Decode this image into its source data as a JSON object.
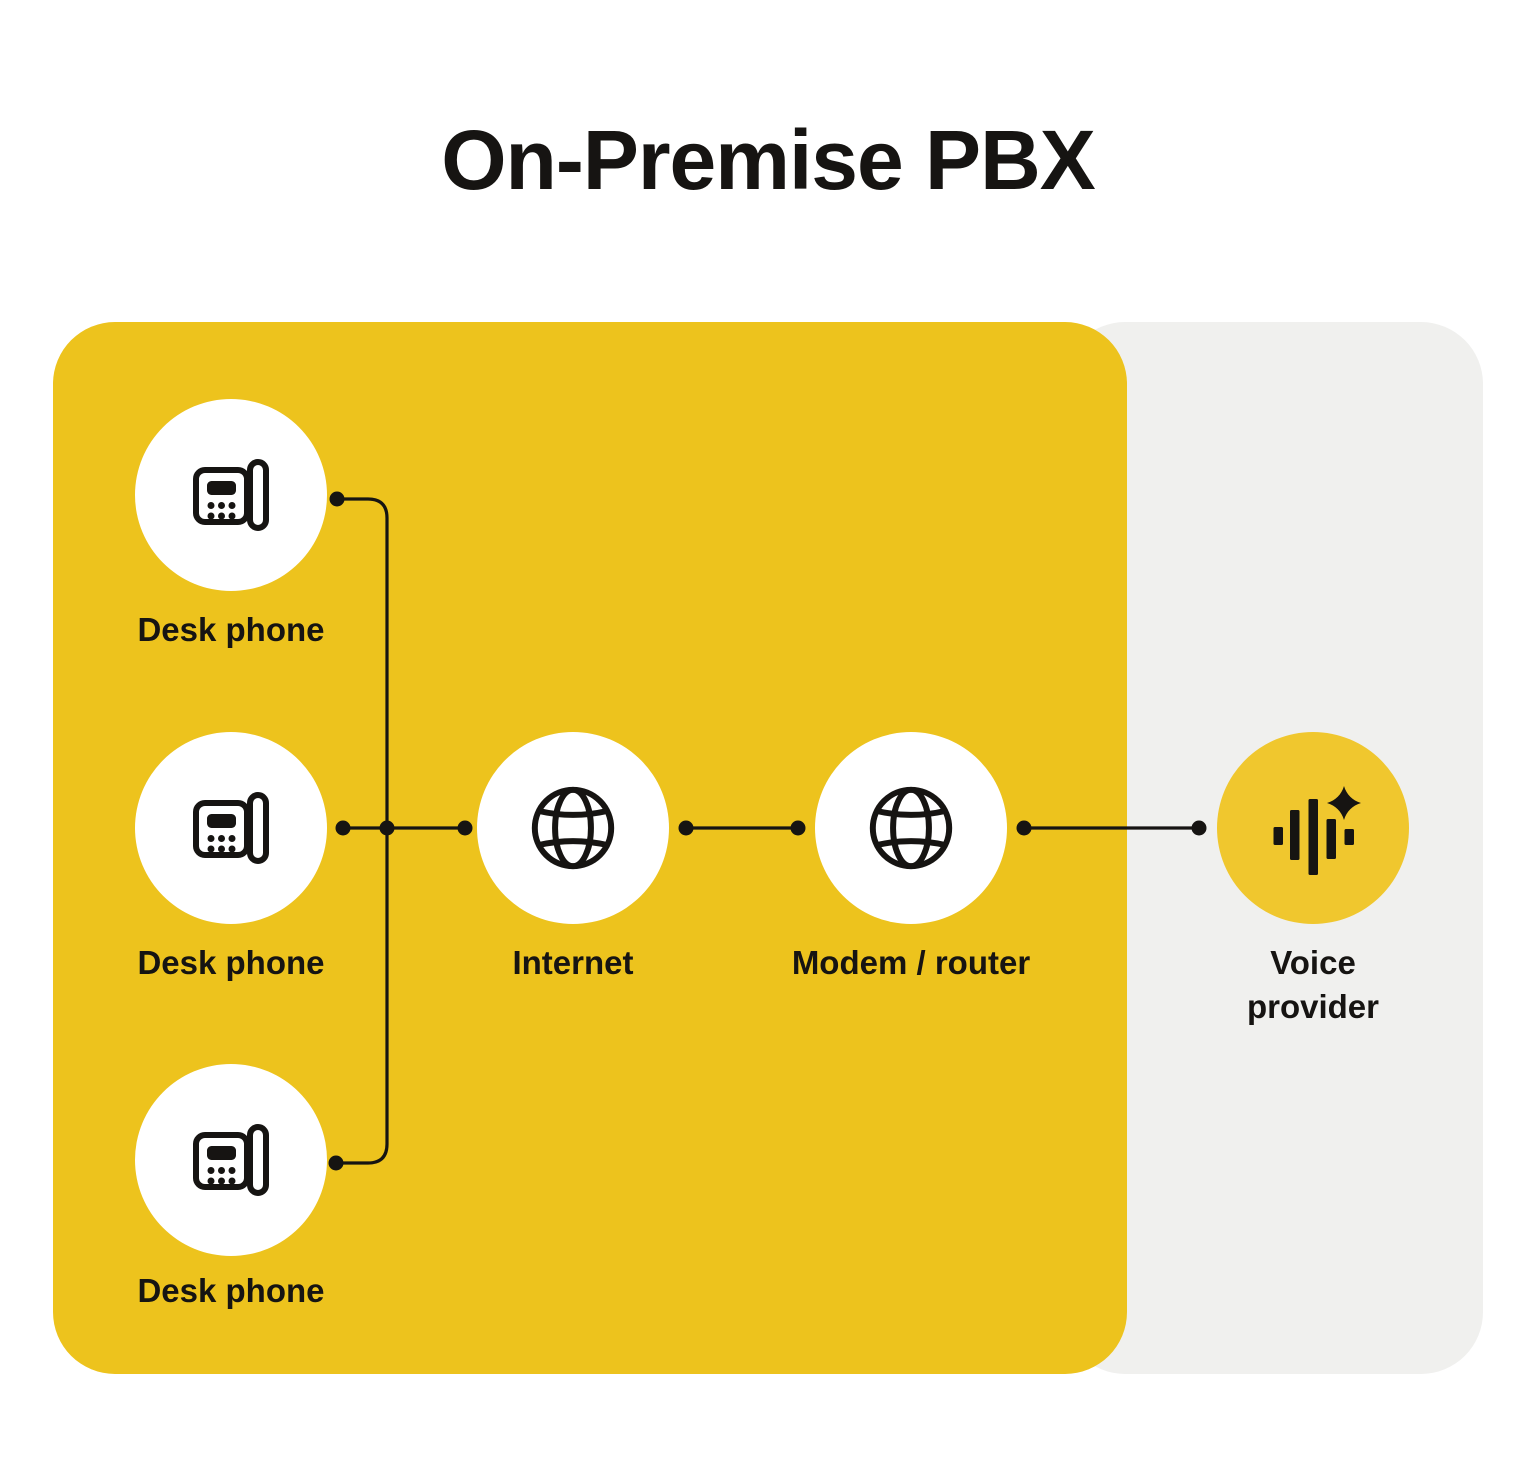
{
  "title": "On-Premise PBX",
  "nodes": [
    {
      "id": "desk-phone-1",
      "label": "Desk phone",
      "icon": "desk-phone",
      "zone": "on-premise"
    },
    {
      "id": "desk-phone-2",
      "label": "Desk phone",
      "icon": "desk-phone",
      "zone": "on-premise"
    },
    {
      "id": "desk-phone-3",
      "label": "Desk phone",
      "icon": "desk-phone",
      "zone": "on-premise"
    },
    {
      "id": "internet",
      "label": "Internet",
      "icon": "globe",
      "zone": "on-premise"
    },
    {
      "id": "modem-router",
      "label": "Modem / router",
      "icon": "globe",
      "zone": "on-premise"
    },
    {
      "id": "voice-provider",
      "label": "Voice provider",
      "icon": "voice-wave-sparkle",
      "zone": "provider"
    }
  ],
  "edges": [
    {
      "from": "desk-phone-1",
      "to": "internet"
    },
    {
      "from": "desk-phone-2",
      "to": "internet"
    },
    {
      "from": "desk-phone-3",
      "to": "internet"
    },
    {
      "from": "internet",
      "to": "modem-router"
    },
    {
      "from": "modem-router",
      "to": "voice-provider"
    }
  ],
  "colors": {
    "background": "#FFFFFF",
    "on_premise_panel": "#EDC31D",
    "provider_panel": "#F0F0EE",
    "node_bubble": "#FFFFFF",
    "voice_provider_bubble": "#F0C72E",
    "ink": "#161412"
  }
}
